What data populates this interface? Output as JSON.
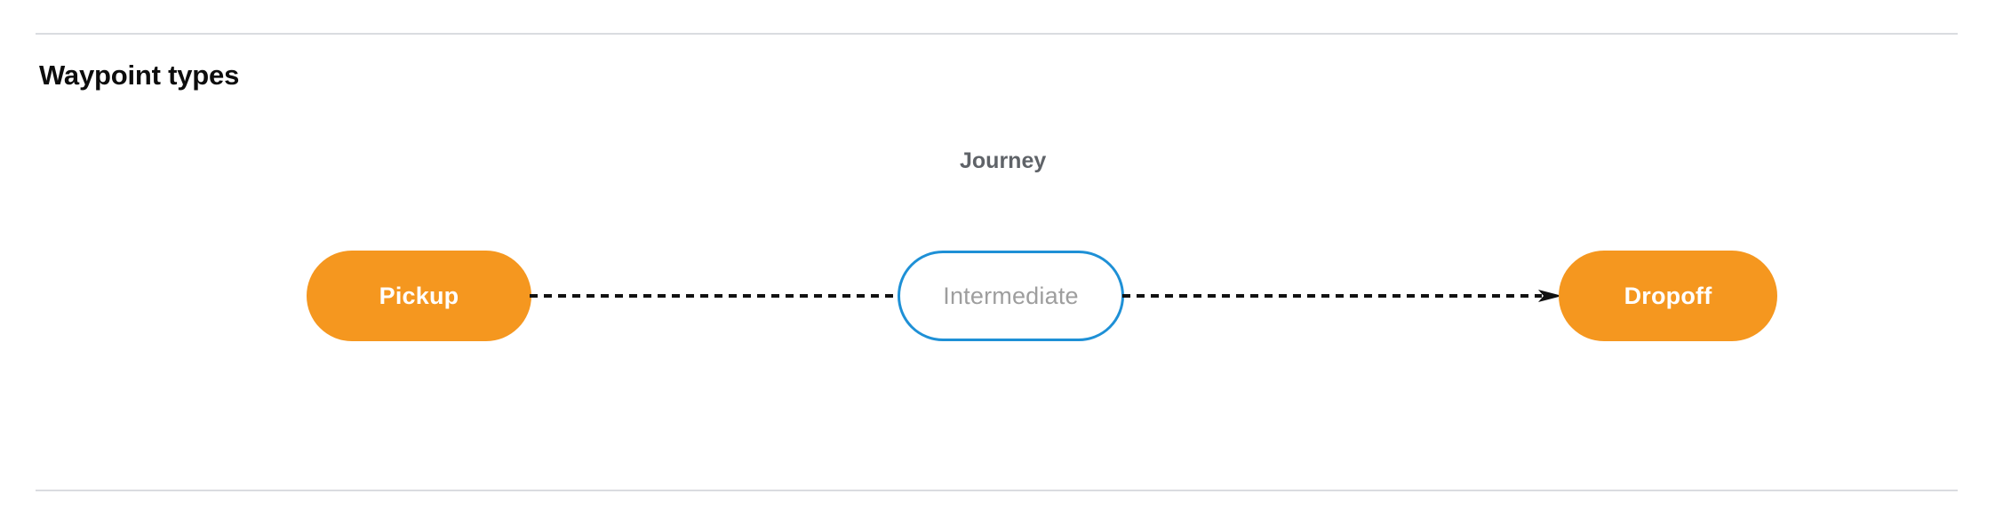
{
  "section": {
    "title": "Waypoint types"
  },
  "diagram": {
    "group_label": "Journey",
    "nodes": [
      {
        "id": "pickup",
        "label": "Pickup",
        "style": "filled",
        "fill": "#f5971f",
        "text_color": "#ffffff"
      },
      {
        "id": "intermediate",
        "label": "Intermediate",
        "style": "outlined",
        "fill": "#ffffff",
        "border_color": "#1e90d6",
        "text_color": "#9e9e9e"
      },
      {
        "id": "dropoff",
        "label": "Dropoff",
        "style": "filled",
        "fill": "#f5971f",
        "text_color": "#ffffff"
      }
    ],
    "connectors": [
      {
        "from": "pickup",
        "to": "intermediate",
        "style": "dashed",
        "color": "#111111",
        "arrowhead": false
      },
      {
        "from": "intermediate",
        "to": "dropoff",
        "style": "dashed",
        "color": "#111111",
        "arrowhead": true
      }
    ]
  },
  "colors": {
    "accent_orange": "#f5971f",
    "accent_blue": "#1e90d6",
    "divider": "#dadce0",
    "title_text": "#0d0d0d",
    "muted_text": "#5f6368"
  }
}
